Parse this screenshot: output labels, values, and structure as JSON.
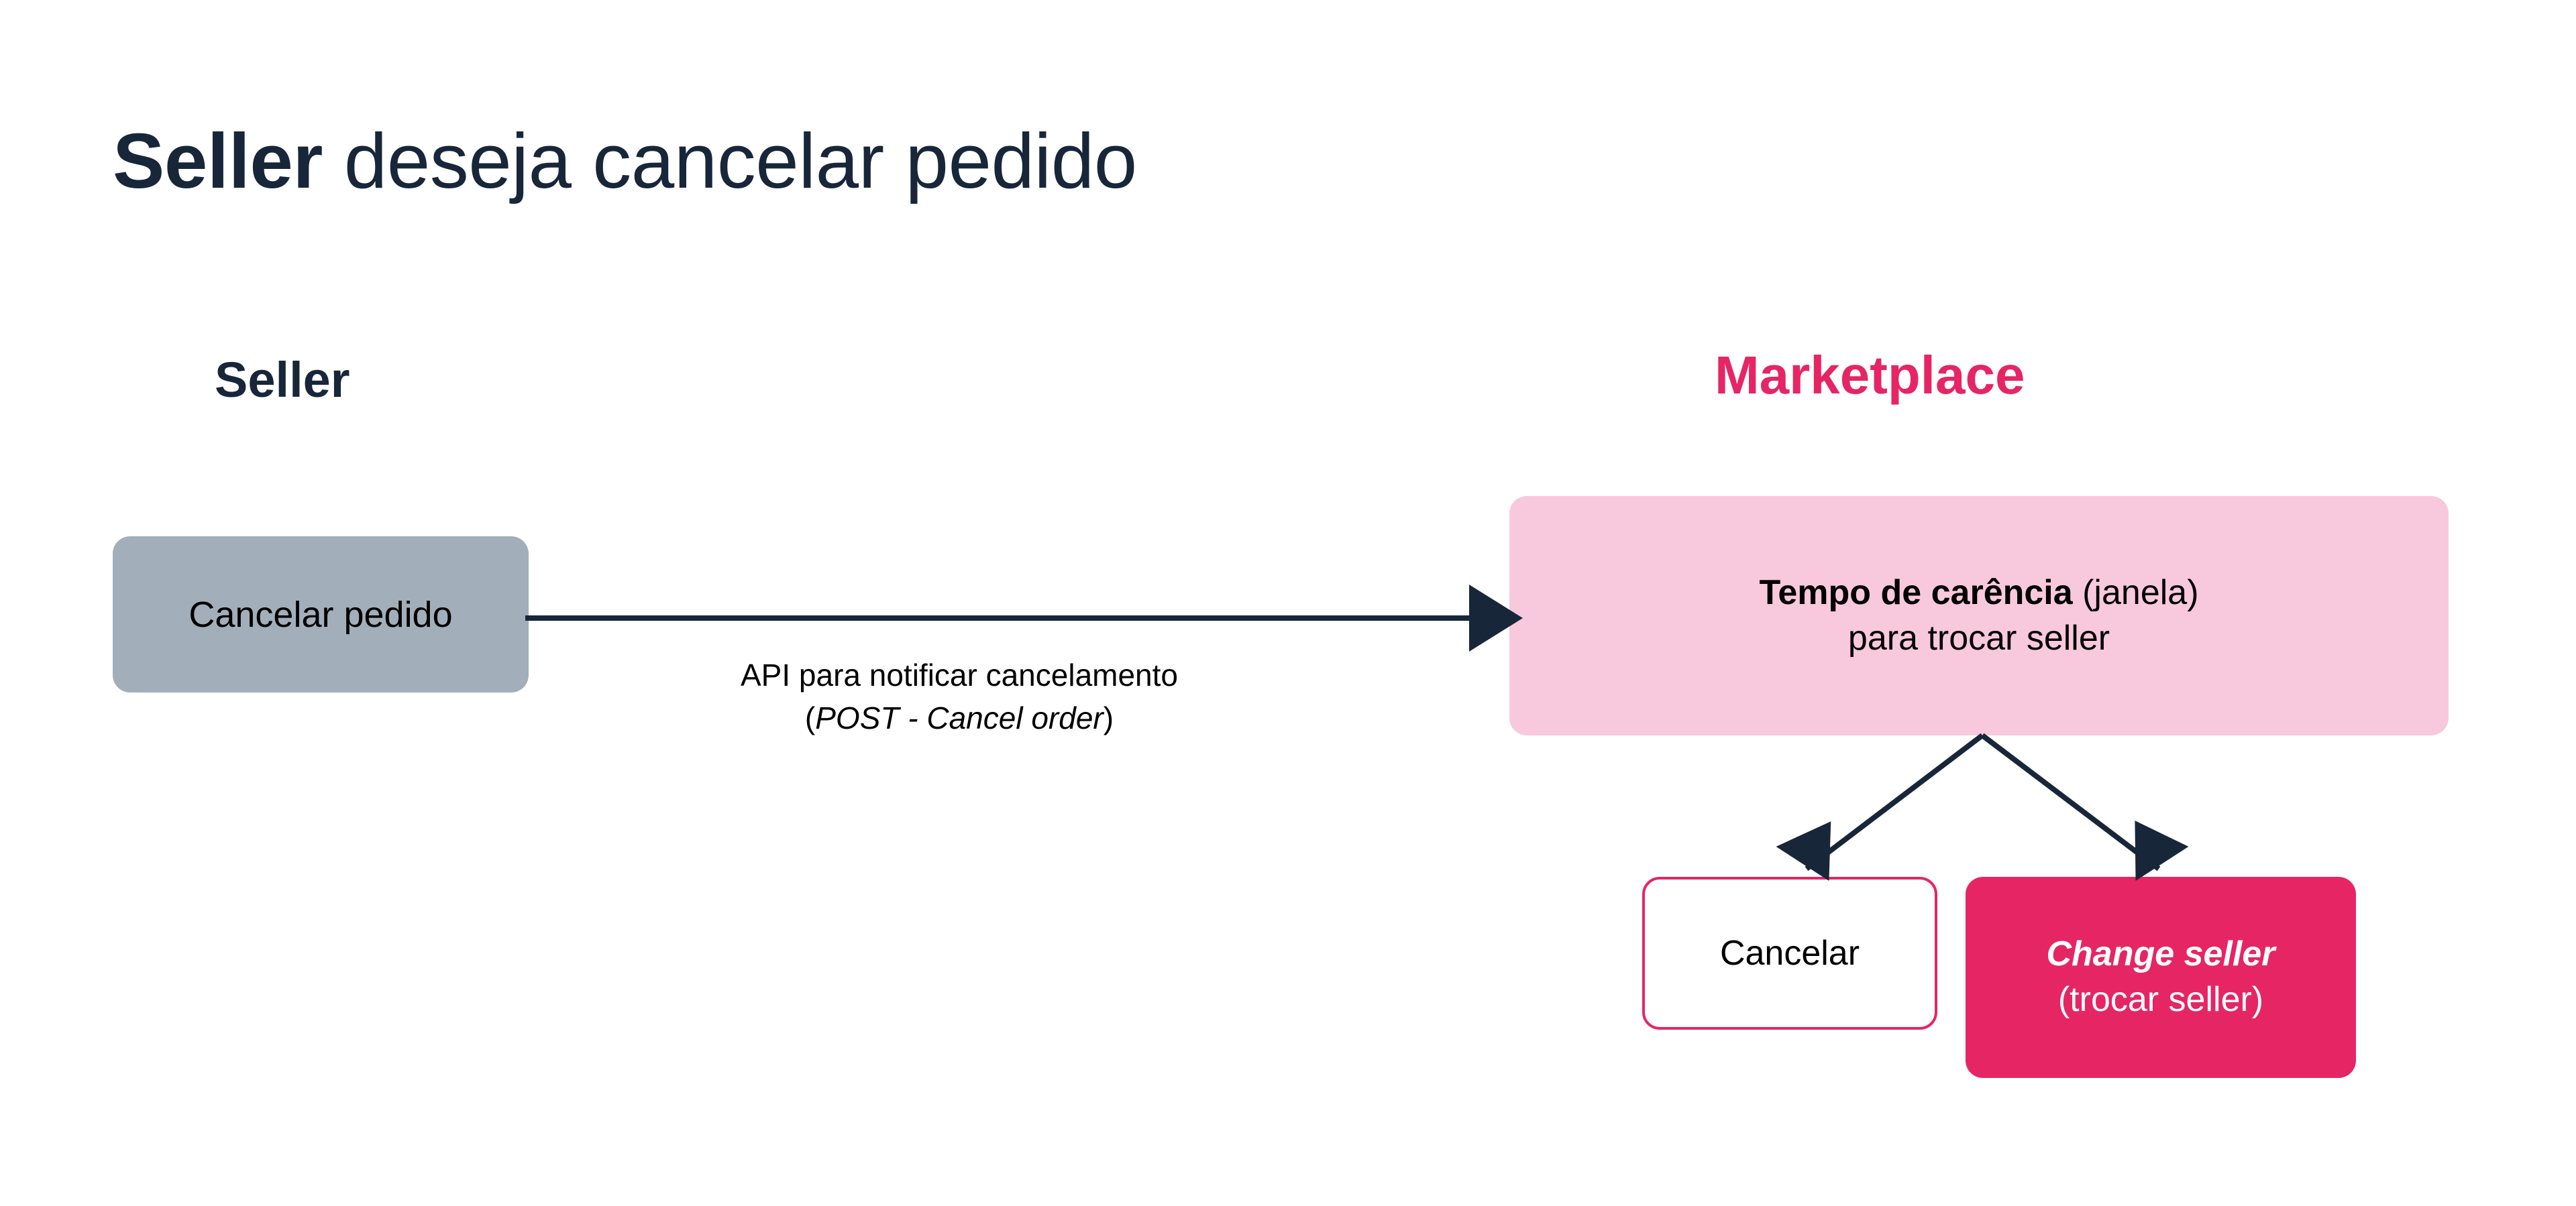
{
  "slide": {
    "title": {
      "bold_part": "Seller",
      "regular_part": " deseja cancelar pedido"
    },
    "columns": [
      {
        "key": "seller",
        "label": "Seller",
        "color": "#18263A"
      },
      {
        "key": "marketplace",
        "label": "Marketplace",
        "color": "#E62565"
      }
    ],
    "nodes": {
      "cancelar_pedido": {
        "label": "Cancelar pedido",
        "fill": "#A2AEBA",
        "text_color": "#000000"
      },
      "tempo_carencia": {
        "line1_bold": "Tempo de carência",
        "line1_regular": " (janela)",
        "line2": "para trocar seller",
        "fill": "#F8C8DC",
        "text_color": "#000000"
      },
      "cancelar": {
        "label": "Cancelar",
        "fill": "#FFFFFF",
        "border_color": "#E62565",
        "text_color": "#000000"
      },
      "change_seller": {
        "line1": "Change seller",
        "line2": "(trocar seller)",
        "fill": "#E62565",
        "text_color": "#FFFFFF"
      }
    },
    "connectors": {
      "api_arrow": {
        "line1": "API para notificar cancelamento",
        "line2_open": "(",
        "line2_italic": "POST - Cancel order",
        "line2_close": ")",
        "color": "#18263A"
      },
      "fork_left": {
        "color": "#18263A"
      },
      "fork_right": {
        "color": "#18263A"
      }
    },
    "background": "#FFFFFF"
  }
}
